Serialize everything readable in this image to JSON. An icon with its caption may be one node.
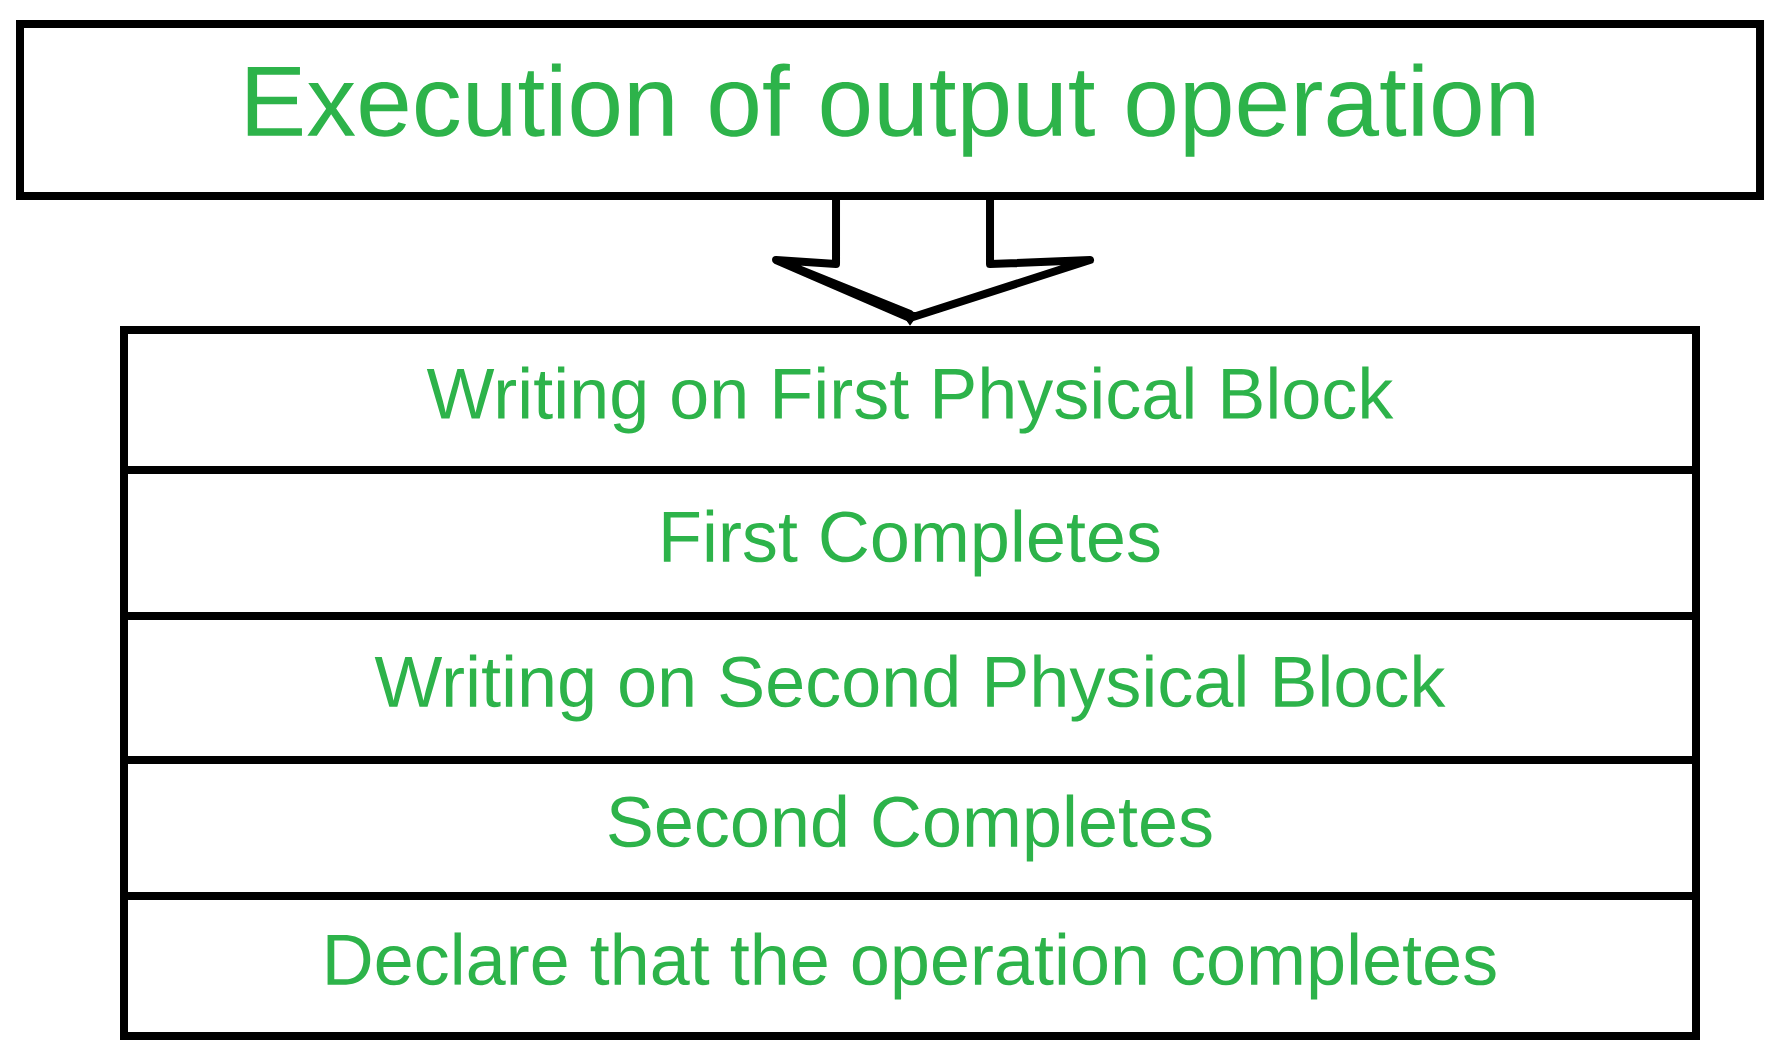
{
  "diagram": {
    "nodes": [
      {
        "text": [
          "Execution of output operation"
        ]
      },
      {
        "text": [],
        "shape": "box"
      },
      {
        "text": [
          "Writing on First Physical Block"
        ],
        "in": 1
      },
      {
        "text": [
          "First Completes"
        ],
        "in": 1
      },
      {
        "text": [
          "Writing on Second Physical Block"
        ],
        "in": 1
      },
      {
        "text": [
          "Second Completes"
        ],
        "in": 1
      },
      {
        "text": [
          "Declare that the operation completes"
        ],
        "in": 1
      }
    ],
    "edges": [
      {
        "from": 0,
        "to": 1,
        "arrow": "to"
      }
    ]
  }
}
